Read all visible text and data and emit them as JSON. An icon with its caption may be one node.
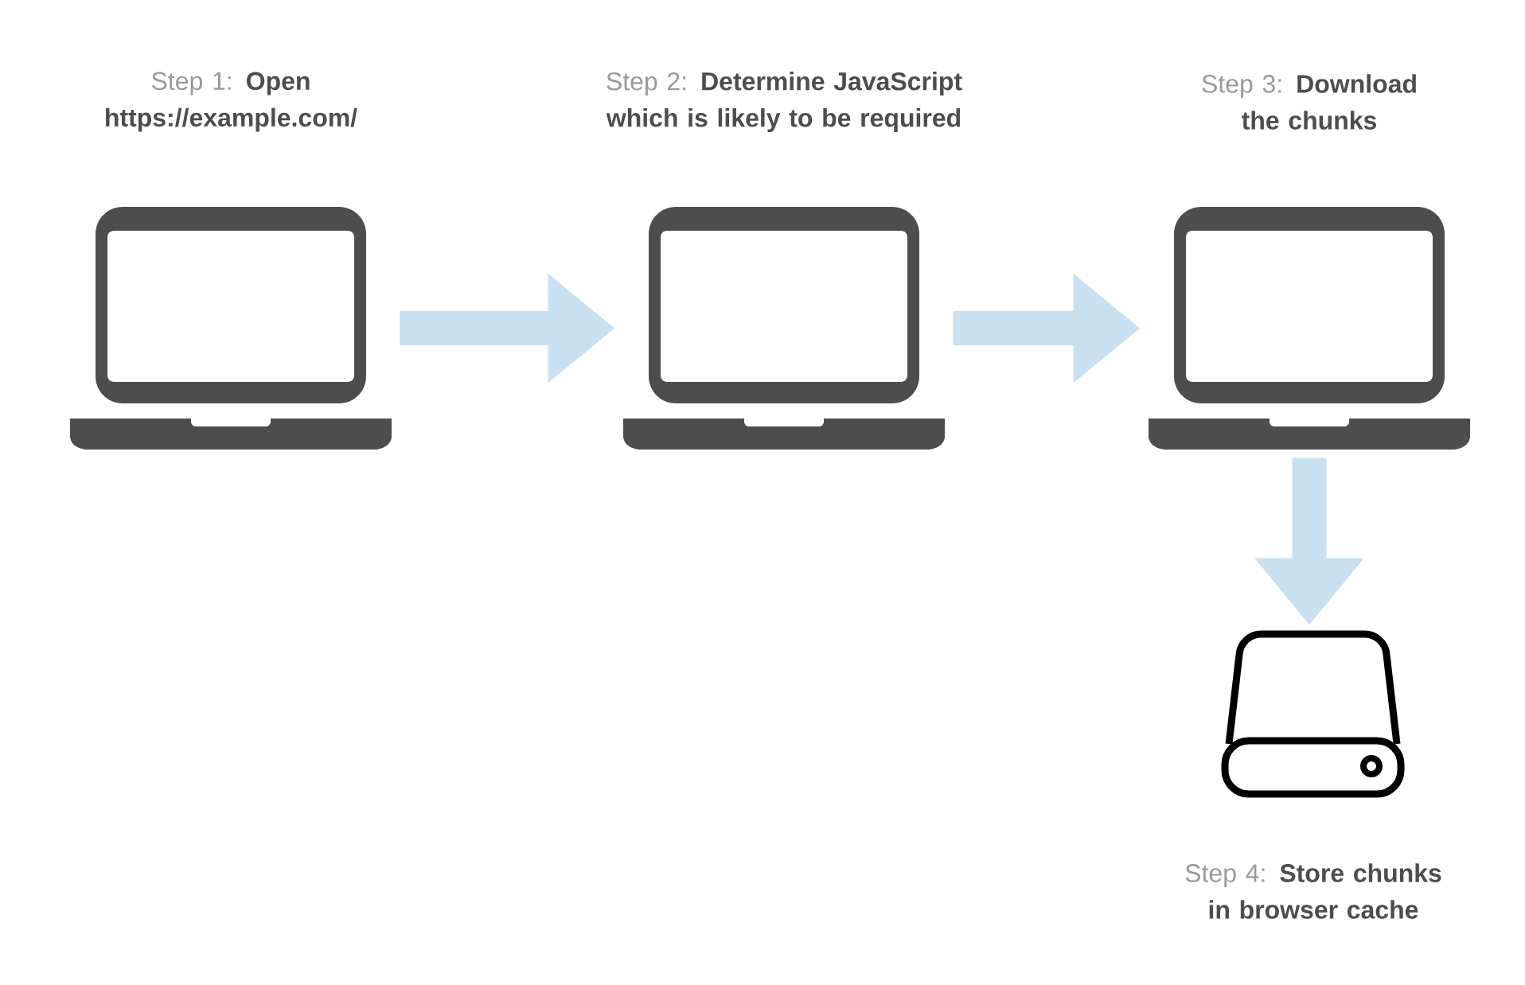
{
  "diagram": {
    "nodes": [
      {
        "text": [
          "Step 1:",
          "Open https://example.com/"
        ]
      },
      {
        "text": [
          "Step 2:",
          "Determine JavaScript which is likely to be required"
        ]
      },
      {
        "text": [
          "Step 3:",
          "Download the chunks"
        ]
      },
      {
        "text": [
          "Step 4:",
          "Store chunks in browser cache"
        ]
      }
    ],
    "edges": [
      {
        "from": 0,
        "to": 1,
        "arrow": "to"
      },
      {
        "from": 1,
        "to": 2,
        "arrow": "to"
      },
      {
        "from": 2,
        "to": 3,
        "arrow": "to"
      }
    ]
  }
}
